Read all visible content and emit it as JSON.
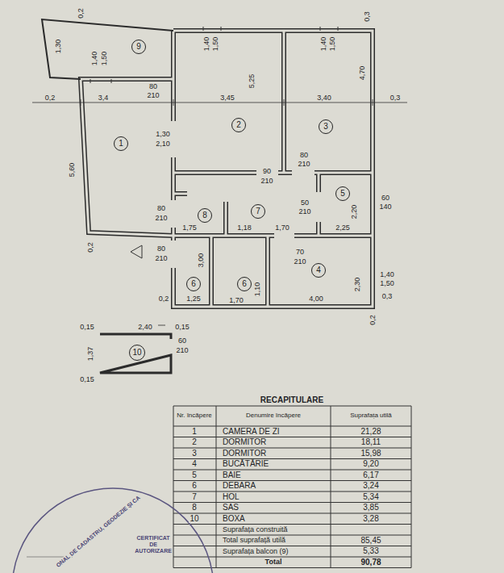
{
  "diagram": {
    "nodes": [
      {
        "text": [
          "9"
        ]
      },
      {
        "text": [
          "2"
        ]
      },
      {
        "text": [
          "3"
        ]
      },
      {
        "text": [
          "1"
        ]
      },
      {
        "text": [
          "5"
        ]
      },
      {
        "text": [
          "7"
        ]
      },
      {
        "text": [
          "8"
        ]
      },
      {
        "text": [
          "4"
        ]
      },
      {
        "text": [
          "6"
        ]
      },
      {
        "text": [
          "6"
        ]
      },
      {
        "text": [
          "10"
        ]
      }
    ],
    "labels": [
      "0,2",
      "1,40",
      "1,50",
      "1,40",
      "1,50",
      "0,3",
      "1,30",
      "1,40",
      "1,50",
      "80",
      "210",
      "0,2",
      "3,4",
      "3,45",
      "3,40",
      "0,3",
      "5,25",
      "4,70",
      "5,60",
      "1,30",
      "2,10",
      "80",
      "210",
      "0,2",
      "90",
      "210",
      "80",
      "210",
      "50",
      "210",
      "2,20",
      "60",
      "140",
      "1,75",
      "1,18",
      "1,70",
      "2,25",
      "80",
      "210",
      "3,00",
      "70",
      "210",
      "2,30",
      "1,40",
      "1,50",
      "0,3",
      "0,2",
      "1,25",
      "1,70",
      "1,10",
      "4,00",
      "0,2",
      "0,15",
      "2,40",
      "0,15",
      "1,37",
      "60",
      "210",
      "0,15",
      "RECAPITULARE",
      "Nr. încăpere",
      "Denumire încăpere",
      "Suprafața utilă",
      "1",
      "CAMERA DE ZI",
      "21,28",
      "2",
      "DORMITOR",
      "18,11",
      "3",
      "DORMITOR",
      "15,98",
      "4",
      "BUCĂTĂRIE",
      "9,20",
      "5",
      "BAIE",
      "6,17",
      "6",
      "DEBARA",
      "3,24",
      "7",
      "HOL",
      "5,34",
      "8",
      "SAS",
      "3,85",
      "10",
      "BOXA",
      "3,28",
      "Suprafața construită",
      "Total suprafață utilă",
      "85,45",
      "Suprafața balcon (9)",
      "5,33",
      "Total",
      "90,78",
      "ONAL DE CADASTRU, GEODEZIE ȘI CA",
      "CERTIFICAT DE AUTORIZARE"
    ]
  }
}
